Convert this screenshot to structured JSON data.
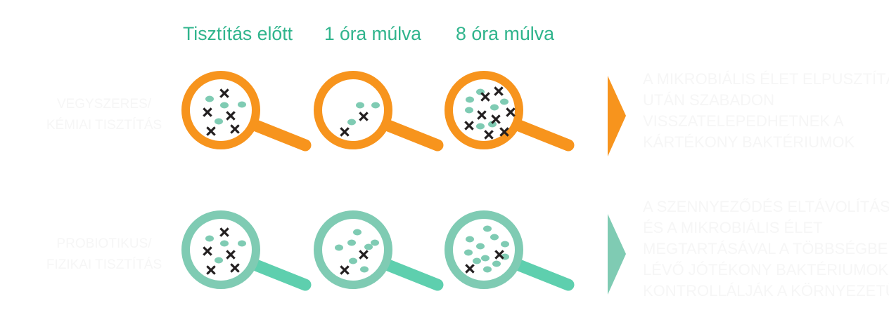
{
  "headers": [
    "Tisztítás előtt",
    "1 óra múlva",
    "8 óra múlva"
  ],
  "rows": [
    {
      "label": [
        "VEGYSZERES/",
        "KÉMIAI TISZTÍTÁS"
      ],
      "description": [
        "A MIKROBIÁLIS ÉLET ELPUSZTÍTÁSA",
        "UTÁN SZABADON",
        "VISSZATELEPEDHETNEK A",
        "KÁRTÉKONY BAKTÉRIUMOK"
      ],
      "ring_color": "#f7941d",
      "handle_color": "#f7941d",
      "arrow_color": "#f7941d"
    },
    {
      "label": [
        "PROBIOTIKUS/",
        "FIZIKAI TISZTÍTÁS"
      ],
      "description": [
        "A SZENNYEZŐDÉS ELTÁVOLÍTÁSÁVAL",
        "ÉS A MIKROBIÁLIS ÉLET",
        "MEGTARTÁSÁVAL A TÖBBSÉGBEN",
        "LÉVŐ JÓTÉKONY BAKTÉRIUMOK",
        "KONTROLLÁLJÁK A KÖRNYEZETÜKET"
      ],
      "ring_color": "#7fcbb3",
      "handle_color": "#5ecfae",
      "arrow_color": "#7fcbb3"
    }
  ],
  "colors": {
    "header": "#2fb48c",
    "good_bacteria": "#7fcbb3",
    "bad_bacteria": "#231f20"
  }
}
